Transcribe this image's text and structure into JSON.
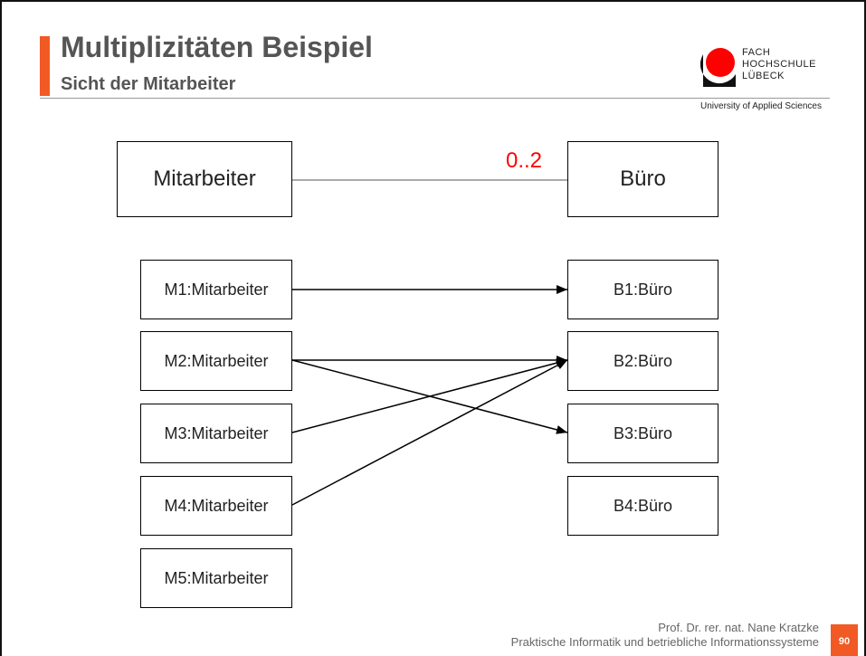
{
  "header": {
    "title": "Multiplizitäten Beispiel",
    "subtitle": "Sicht der Mitarbeiter"
  },
  "logo": {
    "line1": "FACH",
    "line2": "HOCHSCHULE",
    "line3": "LÜBECK",
    "tagline": "University of Applied Sciences"
  },
  "colors": {
    "accent": "#f15a24",
    "multiplicity": "#ff0000",
    "title": "#555555"
  },
  "class_diagram": {
    "left_class": "Mitarbeiter",
    "right_class": "Büro",
    "multiplicity": "0..2"
  },
  "object_diagram": {
    "mitarbeiter": [
      "M1:Mitarbeiter",
      "M2:Mitarbeiter",
      "M3:Mitarbeiter",
      "M4:Mitarbeiter",
      "M5:Mitarbeiter"
    ],
    "bueros": [
      "B1:Büro",
      "B2:Büro",
      "B3:Büro",
      "B4:Büro"
    ],
    "links": [
      {
        "from": "M1:Mitarbeiter",
        "to": "B1:Büro"
      },
      {
        "from": "M2:Mitarbeiter",
        "to": "B2:Büro"
      },
      {
        "from": "M2:Mitarbeiter",
        "to": "B3:Büro"
      },
      {
        "from": "M3:Mitarbeiter",
        "to": "B2:Büro"
      },
      {
        "from": "M4:Mitarbeiter",
        "to": "B2:Büro"
      }
    ]
  },
  "footer": {
    "author": "Prof. Dr. rer. nat. Nane Kratzke",
    "department": "Praktische Informatik und betriebliche Informationssysteme",
    "page": "90"
  }
}
